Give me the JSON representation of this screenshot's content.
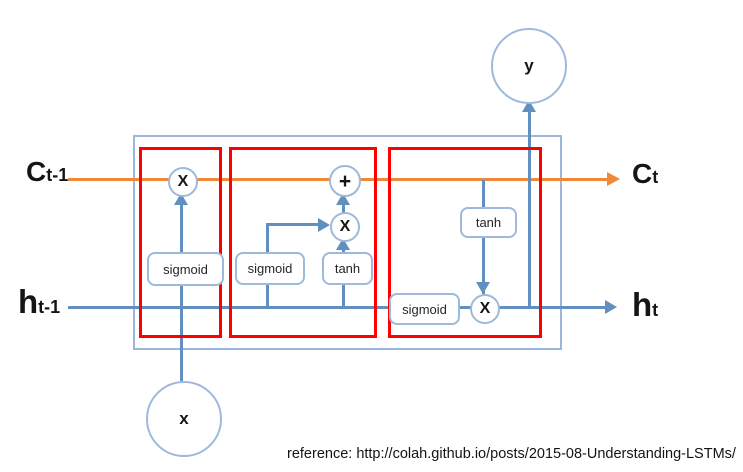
{
  "diagram": {
    "labels": {
      "cell_prev": {
        "base": "C",
        "sub": "t-1"
      },
      "hidden_prev": {
        "base": "h",
        "sub": "t-1"
      },
      "cell_next": {
        "base": "C",
        "sub": "t"
      },
      "hidden_next": {
        "base": "h",
        "sub": "t"
      }
    },
    "nodes": {
      "input": "x",
      "output": "y"
    },
    "operators": {
      "forget_multiply": "X",
      "cell_add": "+",
      "input_multiply": "X",
      "output_multiply": "X"
    },
    "activations": {
      "forget_sigmoid": "sigmoid",
      "input_sigmoid": "sigmoid",
      "input_tanh": "tanh",
      "output_tanh": "tanh",
      "output_sigmoid": "sigmoid"
    },
    "reference": "reference: http://colah.github.io/posts/2015-08-Understanding-LSTMs/",
    "colors": {
      "cell_state_line": "#f0883a",
      "signal_line": "#6190c0",
      "node_stroke": "#9db9dc",
      "gate_highlight": "#fe0000",
      "cell_boundary": "#9bb8dc"
    }
  }
}
